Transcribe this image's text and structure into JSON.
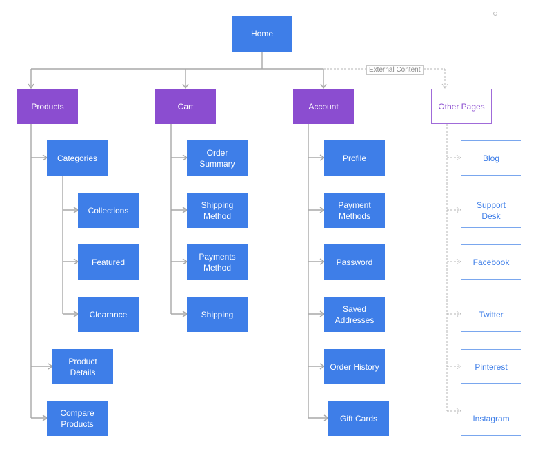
{
  "root": {
    "label": "Home"
  },
  "sections": {
    "products": {
      "label": "Products",
      "categories": {
        "label": "Categories",
        "children": [
          "Collections",
          "Featured",
          "Clearance"
        ]
      },
      "items": [
        "Product\nDetails",
        "Compare\nProducts"
      ]
    },
    "cart": {
      "label": "Cart",
      "items": [
        "Order\nSummary",
        "Shipping\nMethod",
        "Payments\nMethod",
        "Shipping"
      ]
    },
    "account": {
      "label": "Account",
      "items": [
        "Profile",
        "Payment\nMethods",
        "Password",
        "Saved\nAddresses",
        "Order History",
        "Gift Cards"
      ]
    },
    "other": {
      "label": "Other Pages",
      "items": [
        "Blog",
        "Support\nDesk",
        "Facebook",
        "Twitter",
        "Pinterest",
        "Instagram"
      ]
    }
  },
  "external_link_label": "External Content",
  "colors": {
    "node_blue": "#3e7ee8",
    "node_purple": "#8b4dd0",
    "connector": "#a8a8a8"
  }
}
